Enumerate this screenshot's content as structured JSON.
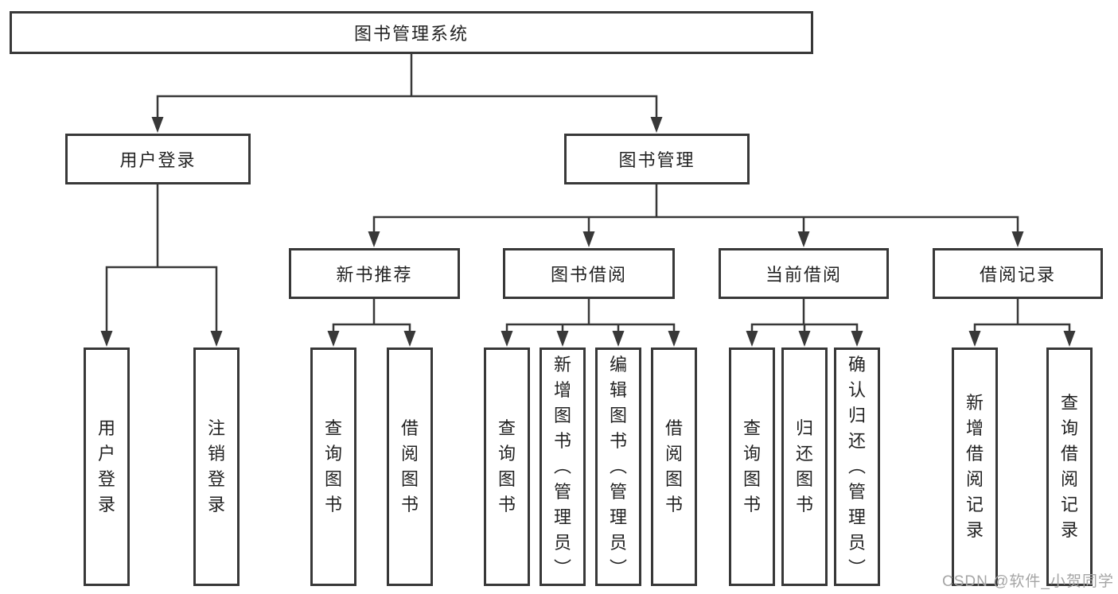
{
  "root": {
    "label": "图书管理系统"
  },
  "modules": {
    "user_login": {
      "label": "用户登录",
      "children": [
        {
          "label": "用户登录"
        },
        {
          "label": "注销登录"
        }
      ]
    },
    "book_mgmt": {
      "label": "图书管理",
      "sections": [
        {
          "label": "新书推荐",
          "children": [
            {
              "label": "查询图书"
            },
            {
              "label": "借阅图书"
            }
          ]
        },
        {
          "label": "图书借阅",
          "children": [
            {
              "label": "查询图书"
            },
            {
              "label": "新增图书（管理员）"
            },
            {
              "label": "编辑图书（管理员）"
            },
            {
              "label": "借阅图书"
            }
          ]
        },
        {
          "label": "当前借阅",
          "children": [
            {
              "label": "查询图书"
            },
            {
              "label": "归还图书"
            },
            {
              "label": "确认归还（管理员）"
            }
          ]
        },
        {
          "label": "借阅记录",
          "children": [
            {
              "label": "新增借阅记录"
            },
            {
              "label": "查询借阅记录"
            }
          ]
        }
      ]
    }
  },
  "watermark": "CSDN @软件_小贺同学",
  "colors": {
    "line": "#383838",
    "text": "#222222",
    "box_background": "#ffffff",
    "watermark": "#a5a5a5",
    "background": "#ffffff"
  }
}
